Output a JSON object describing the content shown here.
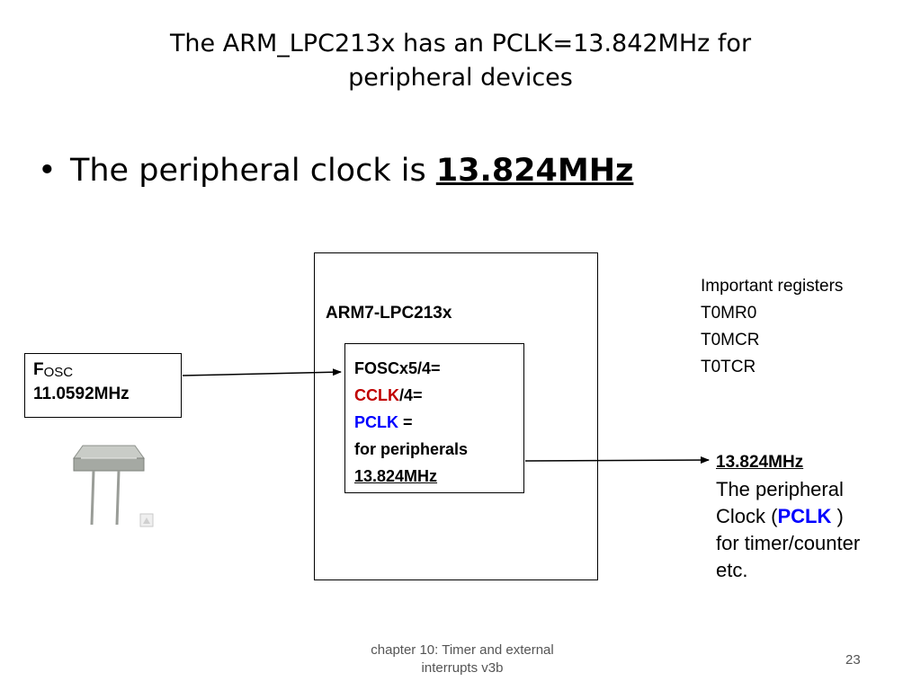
{
  "slide": {
    "title_line1": "The ARM_LPC213x has an PCLK=13.842MHz for",
    "title_line2": "peripheral devices",
    "bullet_marker": "•",
    "bullet_text": "The peripheral clock is ",
    "bullet_emphasis": "13.824MHz"
  },
  "diagram": {
    "chip_label": "ARM7-LPC213x",
    "fosc_label": "F",
    "fosc_subscript": "OSC",
    "fosc_value": "11.0592MHz",
    "inner_line1": "FOSCx5/4=",
    "inner_line2_cclk": "CCLK",
    "inner_line2_rest": "/4=",
    "inner_line3_pclk": "PCLK",
    "inner_line3_rest": " =",
    "inner_line4": "for peripherals",
    "inner_line5": "13.824MHz",
    "registers_heading": "Important registers",
    "registers": [
      "T0MR0",
      "T0MCR",
      "T0TCR"
    ],
    "output_freq": "13.824MHz",
    "output_line1": "The peripheral",
    "output_line2_pre": "Clock (",
    "output_line2_pclk": "PCLK",
    "output_line2_post": " )",
    "output_line3": "for timer/counter",
    "output_line4": "etc."
  },
  "footer": {
    "line1": "chapter 10: Timer and external",
    "line2": "interrupts v3b",
    "page_number": "23"
  },
  "colors": {
    "cclk": "#c00000",
    "pclk": "#0000ff"
  },
  "icons": {
    "crystal": "crystal-oscillator-icon"
  }
}
